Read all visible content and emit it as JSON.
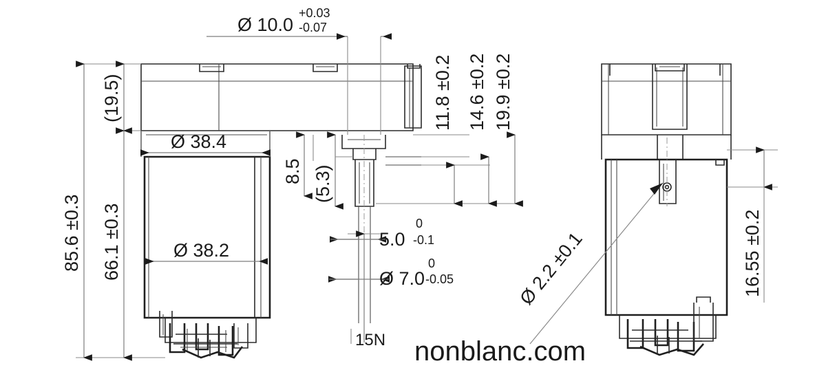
{
  "document": {
    "type": "engineering-drawing",
    "title": "Motor Assembly Dimensional Drawing",
    "views": [
      "front-view",
      "side-view"
    ],
    "watermark": "nonblanc.com"
  },
  "dimensions": {
    "top_bore": {
      "symbol": "Ø",
      "value": "10.0",
      "tol_upper": "+0.03",
      "tol_lower": "-0.07",
      "label": "Ø 10.0"
    },
    "overall_height": {
      "value": "85.6 ±0.3"
    },
    "body_height": {
      "value": "66.1 ±0.3"
    },
    "cap_height": {
      "value": "(19.5)"
    },
    "outer_diameter": {
      "symbol": "Ø",
      "value": "Ø 38.4"
    },
    "inner_diameter": {
      "symbol": "Ø",
      "value": "Ø 38.2"
    },
    "step_height": {
      "value": "8.5"
    },
    "shaft_step": {
      "value": "(5.3)"
    },
    "right_dim_1": {
      "value": "11.8 ±0.2"
    },
    "right_dim_2": {
      "value": "14.6 ±0.2"
    },
    "right_dim_3": {
      "value": "19.9 ±0.2"
    },
    "shaft_flat": {
      "value": "5.0",
      "tol_upper": "0",
      "tol_lower": "-0.1",
      "label": "5.0"
    },
    "shaft_diameter": {
      "symbol": "Ø",
      "value": "Ø 7.0",
      "tol_upper": "0",
      "tol_lower": "-0.05",
      "label": "Ø 7.0"
    },
    "pin_hole": {
      "value": "Ø 2.2 ±0.1"
    },
    "side_height": {
      "value": "16.55 ±0.2"
    }
  },
  "notes": {
    "force_label": "15N"
  }
}
